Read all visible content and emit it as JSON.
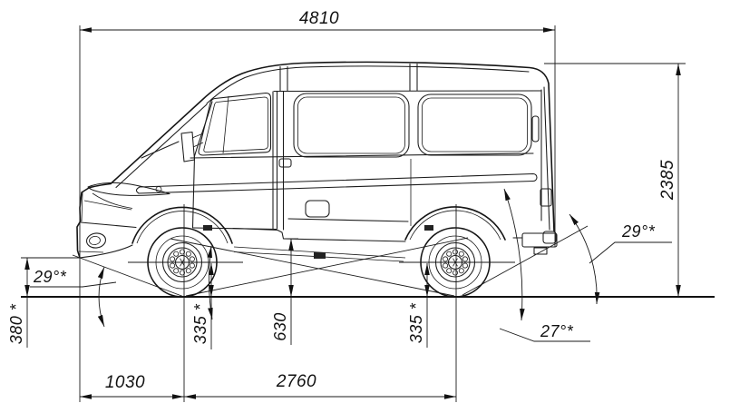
{
  "drawing": {
    "dimensions": {
      "overall_length": "4810",
      "overall_height": "2385",
      "front_overhang": "1030",
      "wheelbase": "2760",
      "front_clearance": "380 *",
      "front_wheel_radius": "335 *",
      "underbody_height": "630",
      "rear_wheel_radius": "335 *"
    },
    "angles": {
      "approach": "29°*",
      "breakover": "27°*",
      "departure": "29°*"
    },
    "colors": {
      "line": "#151515",
      "background": "#ffffff"
    }
  }
}
